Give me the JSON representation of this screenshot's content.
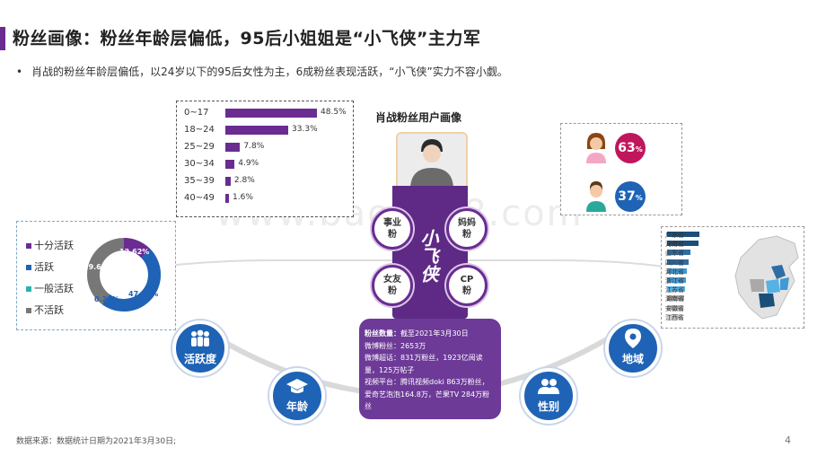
{
  "title": "粉丝画像：粉丝年龄层偏低，95后小姐姐是“小飞侠”主力军",
  "subtitle": "肖战的粉丝年龄层偏低，以24岁以下的95后女性为主，6成粉丝表现活跃，“小飞侠”实力不容小觑。",
  "watermark": "www.baogao8.com",
  "age_chart": {
    "rows": [
      {
        "label": "0~17",
        "value": 48.5,
        "text": "48.5%"
      },
      {
        "label": "18~24",
        "value": 33.3,
        "text": "33.3%"
      },
      {
        "label": "25~29",
        "value": 7.8,
        "text": "7.8%"
      },
      {
        "label": "30~34",
        "value": 4.9,
        "text": "4.9%"
      },
      {
        "label": "35~39",
        "value": 2.8,
        "text": "2.8%"
      },
      {
        "label": "40~49",
        "value": 1.6,
        "text": "1.6%"
      }
    ],
    "color": "#6a2c91"
  },
  "activity": {
    "legend": [
      {
        "label": "十分活跃",
        "color": "#6a2c91"
      },
      {
        "label": "活跃",
        "color": "#1e63b6"
      },
      {
        "label": "一般活跃",
        "color": "#2ab3b0"
      },
      {
        "label": "不活跃",
        "color": "#777777"
      }
    ],
    "values": {
      "very_active": "12.62%",
      "active": "47.45%",
      "normal": "0.24%",
      "inactive": "39.69%"
    }
  },
  "gender": {
    "female": "63",
    "male": "37",
    "pct": "%",
    "female_color": "#c0165c",
    "male_color": "#1e63b6"
  },
  "region": {
    "rows": [
      {
        "label": "广东省",
        "value": 1.0,
        "color": "#1b4f7a"
      },
      {
        "label": "河南省",
        "value": 0.98,
        "color": "#1b4f7a"
      },
      {
        "label": "山东省",
        "value": 0.72,
        "color": "#2e6ea4"
      },
      {
        "label": "四川省",
        "value": 0.68,
        "color": "#2e6ea4"
      },
      {
        "label": "河北省",
        "value": 0.6,
        "color": "#3f9ad6"
      },
      {
        "label": "浙江省",
        "value": 0.57,
        "color": "#3f9ad6"
      },
      {
        "label": "江苏省",
        "value": 0.55,
        "color": "#56b2e3"
      },
      {
        "label": "湖南省",
        "value": 0.52,
        "color": "#a9a9a9"
      },
      {
        "label": "安徽省",
        "value": 0.5,
        "color": "#bcbcbc"
      },
      {
        "label": "江西省",
        "value": 0.47,
        "color": "#cfcfcf"
      }
    ]
  },
  "center": {
    "title": "肖战粉丝用户画像",
    "vertical": "小飞侠",
    "tags": [
      "事业\n粉",
      "妈妈\n粉",
      "女友\n粉",
      "CP\n粉"
    ],
    "info": [
      {
        "k": "粉丝数量：",
        "v": "截至2021年3月30日"
      },
      {
        "k": "",
        "v": "微博粉丝：2653万"
      },
      {
        "k": "",
        "v": "微博超话：831万粉丝，1923亿阅读量，125万帖子"
      },
      {
        "k": "",
        "v": "视频平台：腾讯视频doki 863万粉丝，爱奇艺泡泡164.8万，芒果TV 284万粉丝"
      }
    ]
  },
  "nodes": [
    "活跃度",
    "年龄",
    "性别",
    "地域"
  ],
  "footer": "数据来源：数据统计日期为2021年3月30日;",
  "page": "4"
}
